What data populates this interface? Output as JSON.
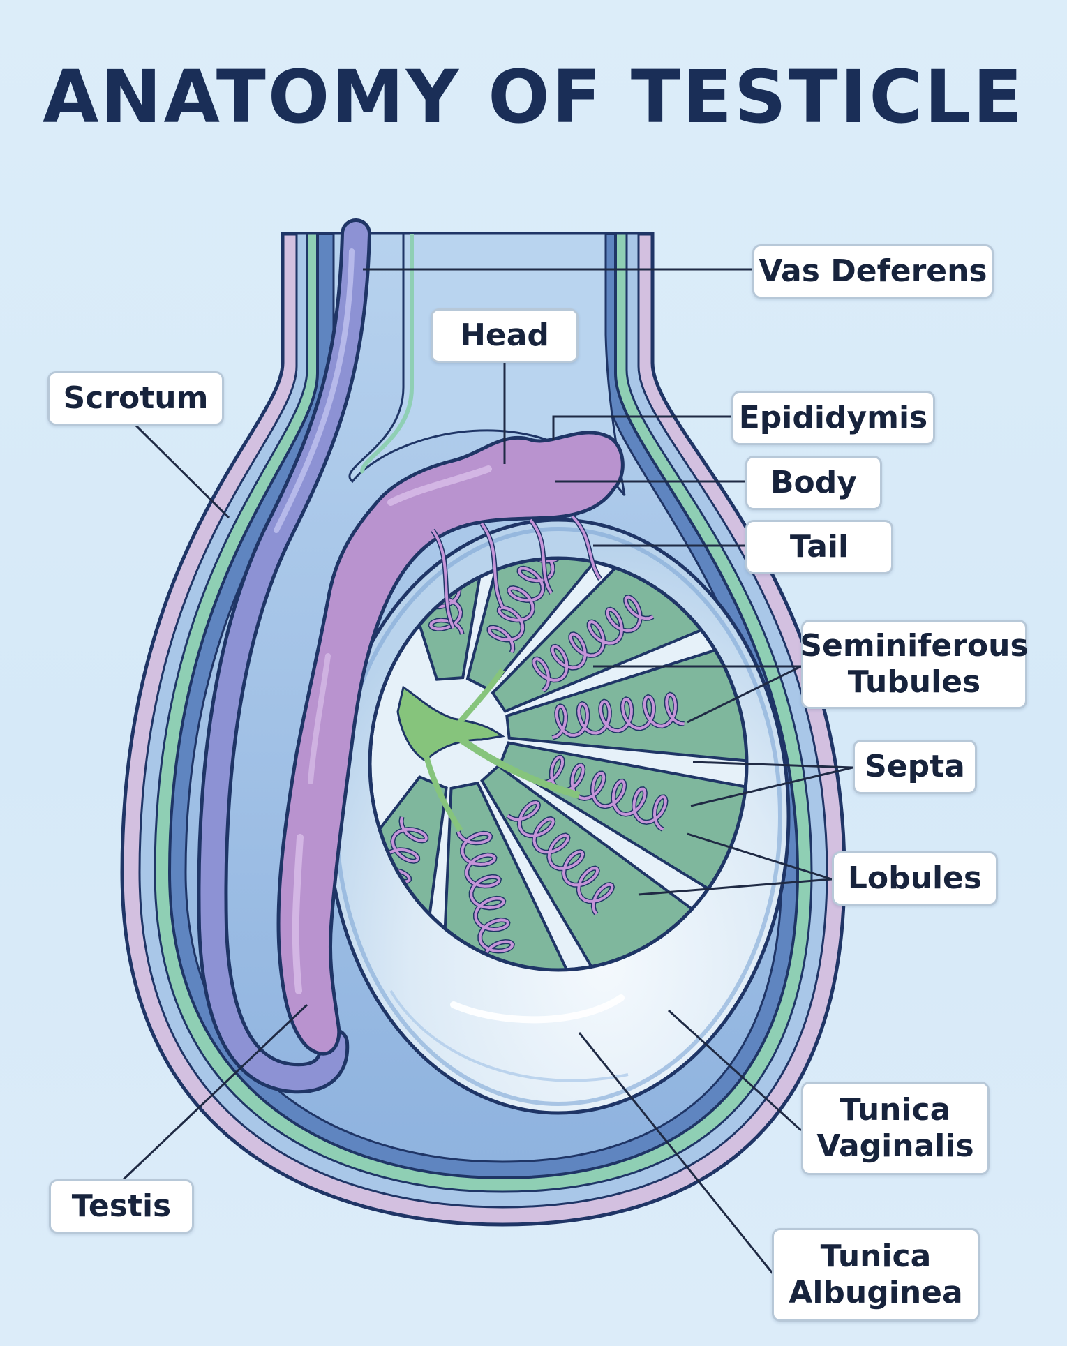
{
  "title": "ANATOMY OF TESTICLE",
  "labels": {
    "vas_deferens": "Vas Deferens",
    "head": "Head",
    "scrotum": "Scrotum",
    "epididymis": "Epididymis",
    "body": "Body",
    "tail": "Tail",
    "seminiferous_tubules": "Seminiferous\nTubules",
    "septa": "Septa",
    "lobules": "Lobules",
    "tunica_vaginalis": "Tunica\nVaginalis",
    "testis": "Testis",
    "tunica_albuginea": "Tunica\nAlbuginea"
  },
  "colors": {
    "background": "#d9ebf8",
    "title": "#1a2e57",
    "outline": "#1f3566",
    "scrotum_outer": "#d3c0e0",
    "scrotum_wall": "#a9c7e8",
    "green_layer": "#8fcfb4",
    "inner_blue": "#5f85c0",
    "cavity": "#a5c6ea",
    "epididymis": "#b993cf",
    "lobule_green": "#7fb79d",
    "testis_white": "#e8f2fa",
    "rete_green": "#86c47c"
  }
}
